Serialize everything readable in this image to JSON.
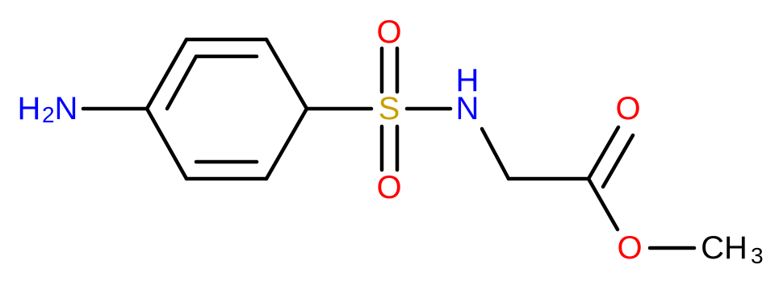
{
  "molecule": {
    "colors": {
      "bond": "#000000",
      "nitrogen": "#0000ff",
      "oxygen": "#ff0000",
      "sulfur": "#c8a000",
      "carbon": "#000000"
    },
    "labels": {
      "amine_h": "H",
      "amine_sub": "2",
      "amine_n": "N",
      "sulfur": "S",
      "sulfonyl_o_top": "O",
      "sulfonyl_o_bottom": "O",
      "amide_n": "N",
      "amide_h": "H",
      "carbonyl_o": "O",
      "ester_o": "O",
      "methyl_c": "CH",
      "methyl_sub": "3"
    }
  }
}
